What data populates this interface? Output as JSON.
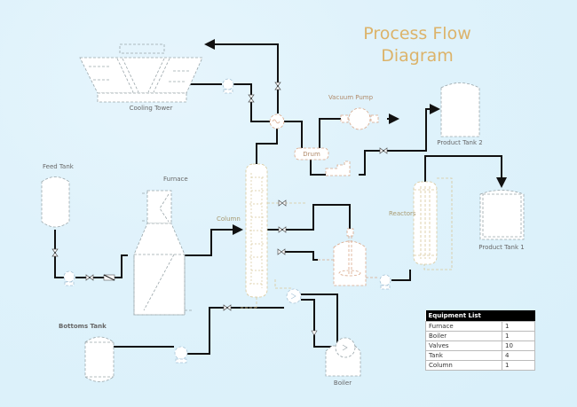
{
  "title": {
    "line1": "Process Flow",
    "line2": "Diagram"
  },
  "labels": {
    "cooling_tower": "Cooling Tower",
    "vacuum_pump": "Vacuum Pump",
    "drum": "Drum",
    "product_tank_2": "Product Tank 2",
    "product_tank_1": "Product Tank 1",
    "feed_tank": "Feed Tank",
    "furnace": "Furnace",
    "column": "Column",
    "reactors": "Reactors",
    "bottoms_tank": "Bottoms Tank",
    "boiler": "Boiler"
  },
  "equipment_list": {
    "header": "Equipment List",
    "rows": [
      {
        "name": "Furnace",
        "count": "1"
      },
      {
        "name": "Boiler",
        "count": "1"
      },
      {
        "name": "Valves",
        "count": "10"
      },
      {
        "name": "Tank",
        "count": "4"
      },
      {
        "name": "Column",
        "count": "1"
      }
    ]
  }
}
